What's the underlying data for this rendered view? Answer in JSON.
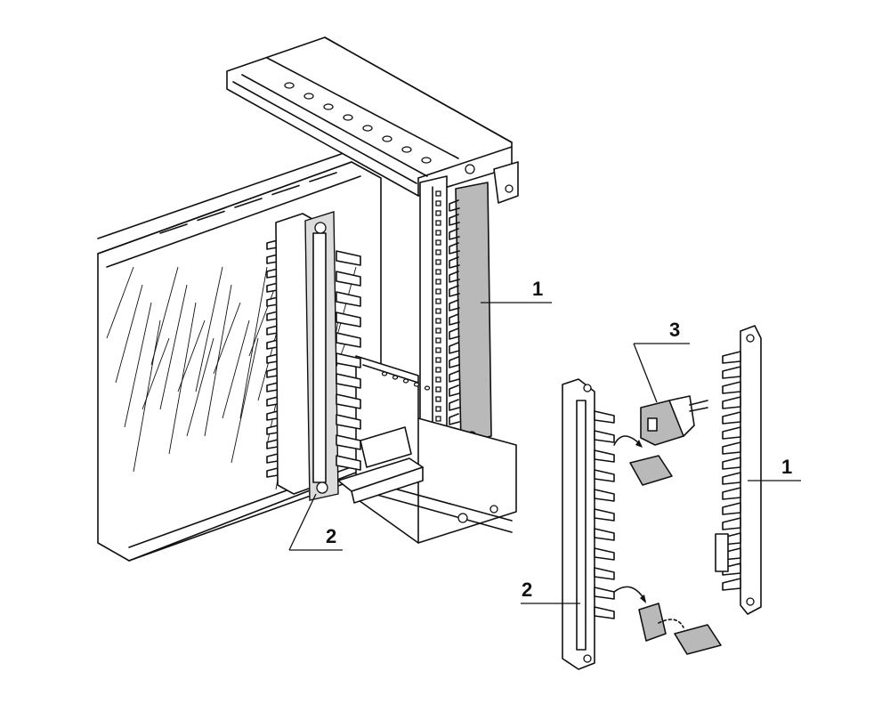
{
  "callouts": {
    "guide_rail_mounted": "1",
    "guide_rail_loose": "1",
    "front_guide_mounted": "2",
    "front_guide_loose": "2",
    "coding_element": "3"
  }
}
